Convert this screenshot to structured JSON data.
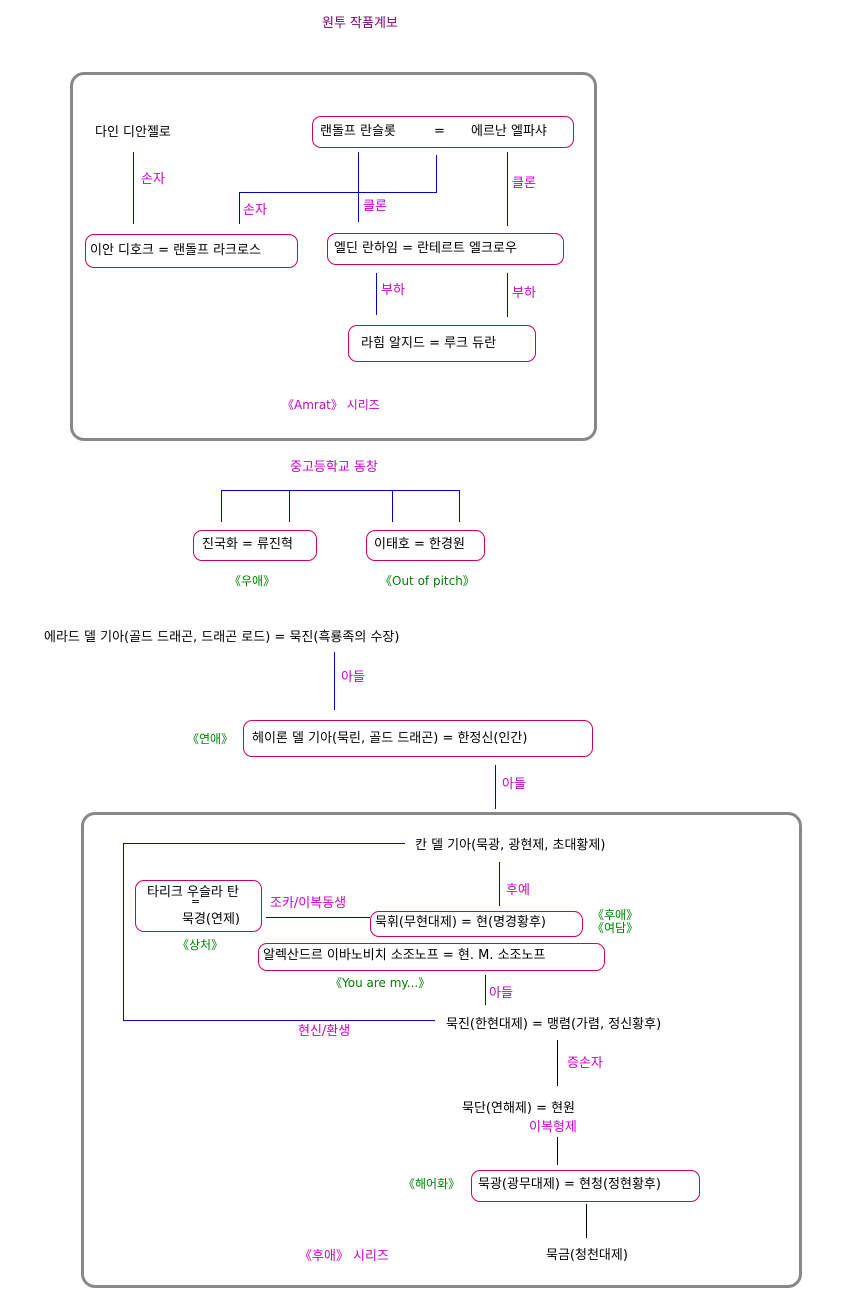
{
  "title": "원투 작품계보",
  "amrat": {
    "series": "《Amrat》 시리즈",
    "dain": "다인 디안젤로",
    "randolph_lancelot": "랜돌프 란슬롯",
    "eq1": "=",
    "ernan": "에르난 엘파샤",
    "ian_dehoke": "이안 디호크 = 랜돌프 라크로스",
    "elden": "엘딘 란하임 = 란테르트 엘크로우",
    "rahim": "라힘 알지드 = 루크 듀란",
    "lbl_grandson1": "손자",
    "lbl_grandson2": "손자",
    "lbl_clone1": "클론",
    "lbl_clone2": "클론",
    "lbl_sub1": "부하",
    "lbl_sub2": "부하"
  },
  "school": {
    "title": "중고등학교 동창",
    "jin": "진국화 = 류진혁",
    "lee": "이태호 = 한경원",
    "work1": "《우애》",
    "work2": "《Out of pitch》"
  },
  "dragon": {
    "erad": "에라드 델 기아(골드 드래곤, 드래곤 로드) = 묵진(흑룡족의 수장)",
    "lbl_son1": "아들",
    "heimon": "헤이론 델 기아(묵린, 골드 드래곤) = 한정신(인간)",
    "work_love": "《연애》",
    "lbl_son2": "아들"
  },
  "huae": {
    "series": "《후애》 시리즈",
    "khan": "칸 델 기아(묵광, 광현제, 초대황제)",
    "lbl_descendant": "후예",
    "tarik_line1": "타리크 우슬라 탄",
    "tarik_eq": "=",
    "tarik_line2": "묵경(연제)",
    "lbl_nephew": "조카/이복동생",
    "mukhwi": "묵휘(무현대제) = 현(명경황후)",
    "work_huae": "《후애》",
    "work_yeodam": "《여담》",
    "work_sangcheo": "《상처》",
    "alexandr": "알렉산드르 이바노비치 소조노프 = 현. M. 소조노프",
    "work_youare": "《You are my...》",
    "lbl_son3": "아들",
    "lbl_reincarnation": "현신/환생",
    "mukjin": "묵진(한현대제) = 맹렴(가렴, 정신황후)",
    "lbl_greatgrandson": "증손자",
    "mukdan": "묵단(연해제) = 현원",
    "lbl_halfbro": "이복형제",
    "work_haeeohwa": "《해어화》",
    "mukgwang": "묵광(광무대제) = 현청(정현황후)",
    "mukgeum": "묵금(청천대제)"
  }
}
